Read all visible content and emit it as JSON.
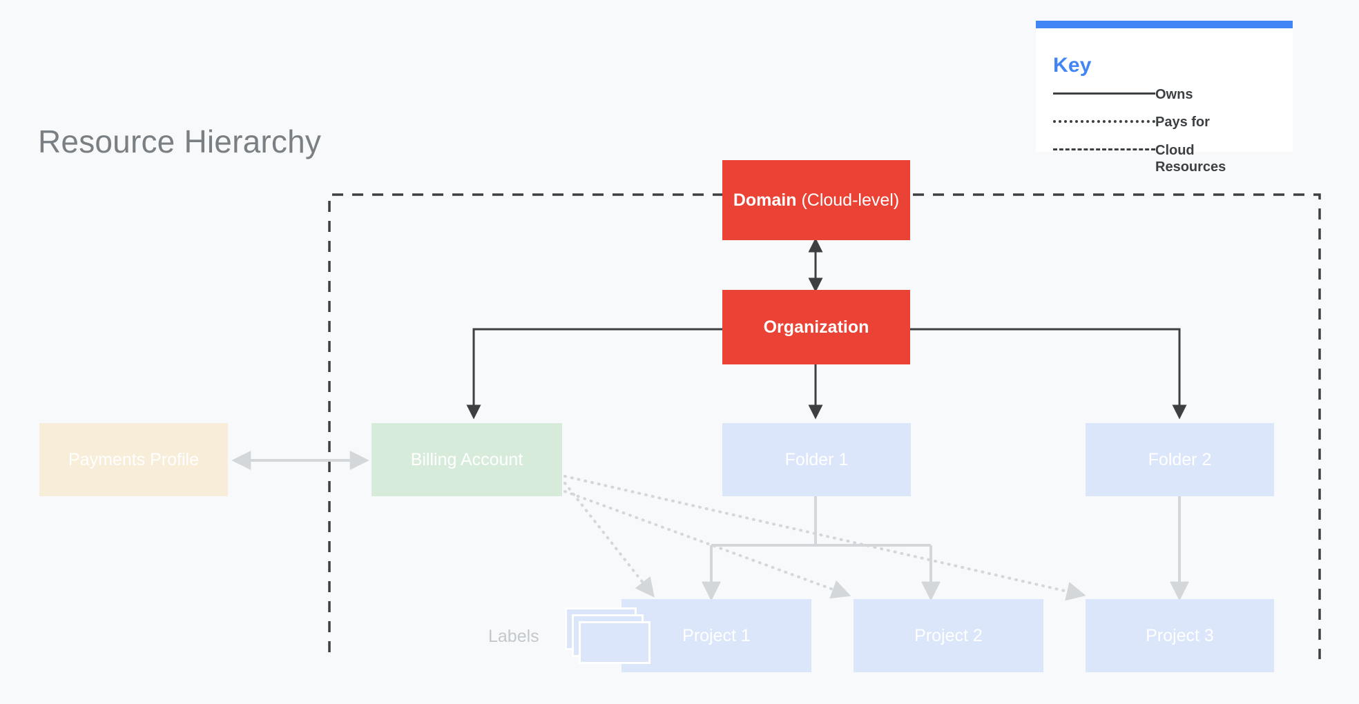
{
  "page": {
    "title": "Resource Hierarchy",
    "background_color": "#f7f9fa"
  },
  "key": {
    "heading": "Key",
    "accent_color": "#4285f4",
    "entries": [
      {
        "style": "solid",
        "label": "Owns"
      },
      {
        "style": "dotted",
        "label": "Pays for"
      },
      {
        "style": "dashed",
        "label": "Cloud Resources"
      }
    ]
  },
  "diagram": {
    "boundary_label": "Cloud Resources",
    "labels_caption": "Labels",
    "nodes": {
      "domain": {
        "title": "Domain",
        "suffix": " (Cloud-level)",
        "color": "#ea4335"
      },
      "organization": {
        "title": "Organization",
        "color": "#ea4335"
      },
      "payments_profile": {
        "title": "Payments Profile",
        "color": "#f7edd9"
      },
      "billing_account": {
        "title": "Billing Account",
        "color": "#d7ebdb"
      },
      "folder_1": {
        "title": "Folder 1",
        "color": "#dbe6fa"
      },
      "folder_2": {
        "title": "Folder 2",
        "color": "#dbe6fa"
      },
      "project_1": {
        "title": "Project 1",
        "color": "#dbe6fa"
      },
      "project_2": {
        "title": "Project 2",
        "color": "#dbe6fa"
      },
      "project_3": {
        "title": "Project 3",
        "color": "#dbe6fa"
      }
    },
    "connections": [
      {
        "from": "domain",
        "to": "organization",
        "type": "owns",
        "bidirectional": true
      },
      {
        "from": "organization",
        "to": "billing_account",
        "type": "owns"
      },
      {
        "from": "organization",
        "to": "folder_1",
        "type": "owns"
      },
      {
        "from": "organization",
        "to": "folder_2",
        "type": "owns"
      },
      {
        "from": "payments_profile",
        "to": "billing_account",
        "type": "owns",
        "bidirectional": true
      },
      {
        "from": "billing_account",
        "to": "project_1",
        "type": "pays-for"
      },
      {
        "from": "billing_account",
        "to": "project_2",
        "type": "pays-for"
      },
      {
        "from": "billing_account",
        "to": "project_3",
        "type": "pays-for"
      },
      {
        "from": "folder_1",
        "to": "project_1",
        "type": "owns"
      },
      {
        "from": "folder_1",
        "to": "project_2",
        "type": "owns"
      },
      {
        "from": "folder_2",
        "to": "project_3",
        "type": "owns"
      }
    ]
  }
}
